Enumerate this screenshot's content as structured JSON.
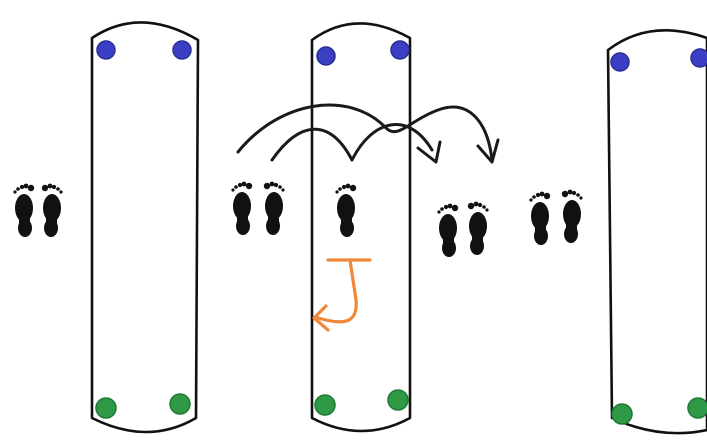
{
  "colors": {
    "outline": "#111111",
    "top_dots": "#3a3fc4",
    "bottom_dots": "#2e9a46",
    "arrows": "#1a1a1a",
    "orange_mark": "#f0883a",
    "footprints": "#111111"
  },
  "panels": [
    {
      "id": "panel-1",
      "top_dots": 2,
      "bottom_dots": 2
    },
    {
      "id": "panel-2",
      "top_dots": 2,
      "bottom_dots": 2
    },
    {
      "id": "panel-3",
      "top_dots": 2,
      "bottom_dots": 2
    }
  ],
  "footprint_groups": [
    {
      "id": "footprints-left",
      "feet": [
        "left",
        "right"
      ]
    },
    {
      "id": "footprints-start",
      "feet": [
        "left",
        "right"
      ]
    },
    {
      "id": "footprint-single",
      "feet": [
        "left"
      ]
    },
    {
      "id": "footprints-landing",
      "feet": [
        "left",
        "right"
      ]
    },
    {
      "id": "footprints-right",
      "feet": [
        "left",
        "right"
      ]
    }
  ],
  "arrows": [
    {
      "id": "jump-arrow-long",
      "icon": "curved-arrow-icon"
    },
    {
      "id": "jump-arrow-short",
      "icon": "curved-arrow-icon"
    }
  ],
  "marks": [
    {
      "id": "orange-hook",
      "icon": "hook-arrow-icon"
    }
  ]
}
